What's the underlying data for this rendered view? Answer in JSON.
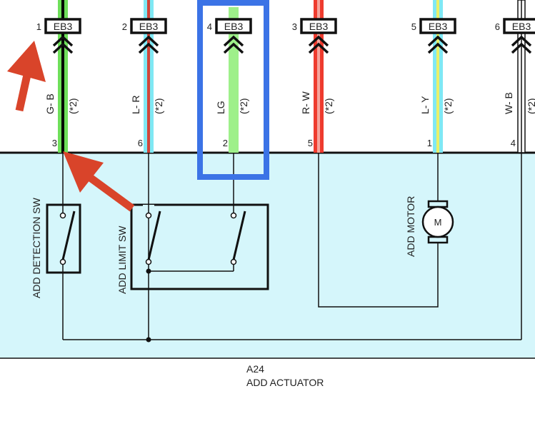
{
  "connector": {
    "name": "EB3",
    "pins": [
      {
        "pin": "1",
        "wire_color": "G- B",
        "note": "(*2)",
        "actuator_pin": "3",
        "stripe": [
          "#6fe05a",
          "#000000"
        ]
      },
      {
        "pin": "2",
        "wire_color": "L- R",
        "note": "(*2)",
        "actuator_pin": "6",
        "stripe": [
          "#7fe8f4",
          "#d0453a"
        ]
      },
      {
        "pin": "4",
        "wire_color": "LG",
        "note": "(*2)",
        "actuator_pin": "2",
        "stripe": [
          "#9ef08a",
          "#9ef08a"
        ]
      },
      {
        "pin": "3",
        "wire_color": "R- W",
        "note": "(*2)",
        "actuator_pin": "5",
        "stripe": [
          "#ee3b2e",
          "#f5a49c"
        ]
      },
      {
        "pin": "5",
        "wire_color": "L- Y",
        "note": "(*2)",
        "actuator_pin": "1",
        "stripe": [
          "#7fe8f4",
          "#e8f06a"
        ]
      },
      {
        "pin": "6",
        "wire_color": "W- B",
        "note": "(*2)",
        "actuator_pin": "4",
        "stripe": [
          "#ffffff",
          "#000000"
        ]
      }
    ]
  },
  "components": {
    "detection_sw": "ADD DETECTION SW",
    "limit_sw": "ADD LIMIT SW",
    "motor": "ADD MOTOR",
    "motor_symbol": "M"
  },
  "actuator": {
    "code": "A24",
    "name": "ADD ACTUATOR"
  },
  "colors": {
    "body_fill": "#d5f6fb",
    "highlight": "#3b73e6",
    "arrow": "#d9442a"
  }
}
